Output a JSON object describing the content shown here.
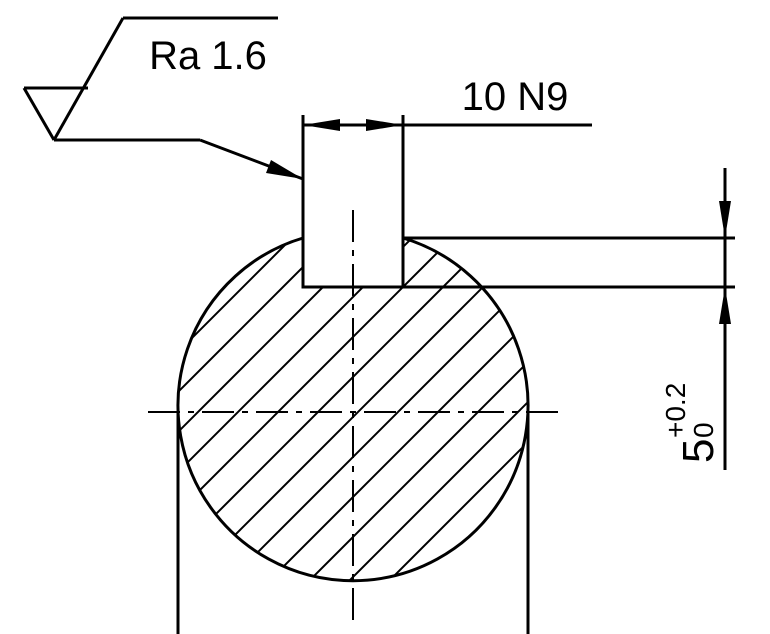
{
  "surface_roughness": {
    "label": "Ra 1.6"
  },
  "keyway_width": {
    "label": "10 N9"
  },
  "keyway_depth": {
    "nominal": "5",
    "upper_tolerance": "+0.2",
    "lower_tolerance": "0"
  },
  "colors": {
    "line": "#000000",
    "background": "#ffffff"
  }
}
